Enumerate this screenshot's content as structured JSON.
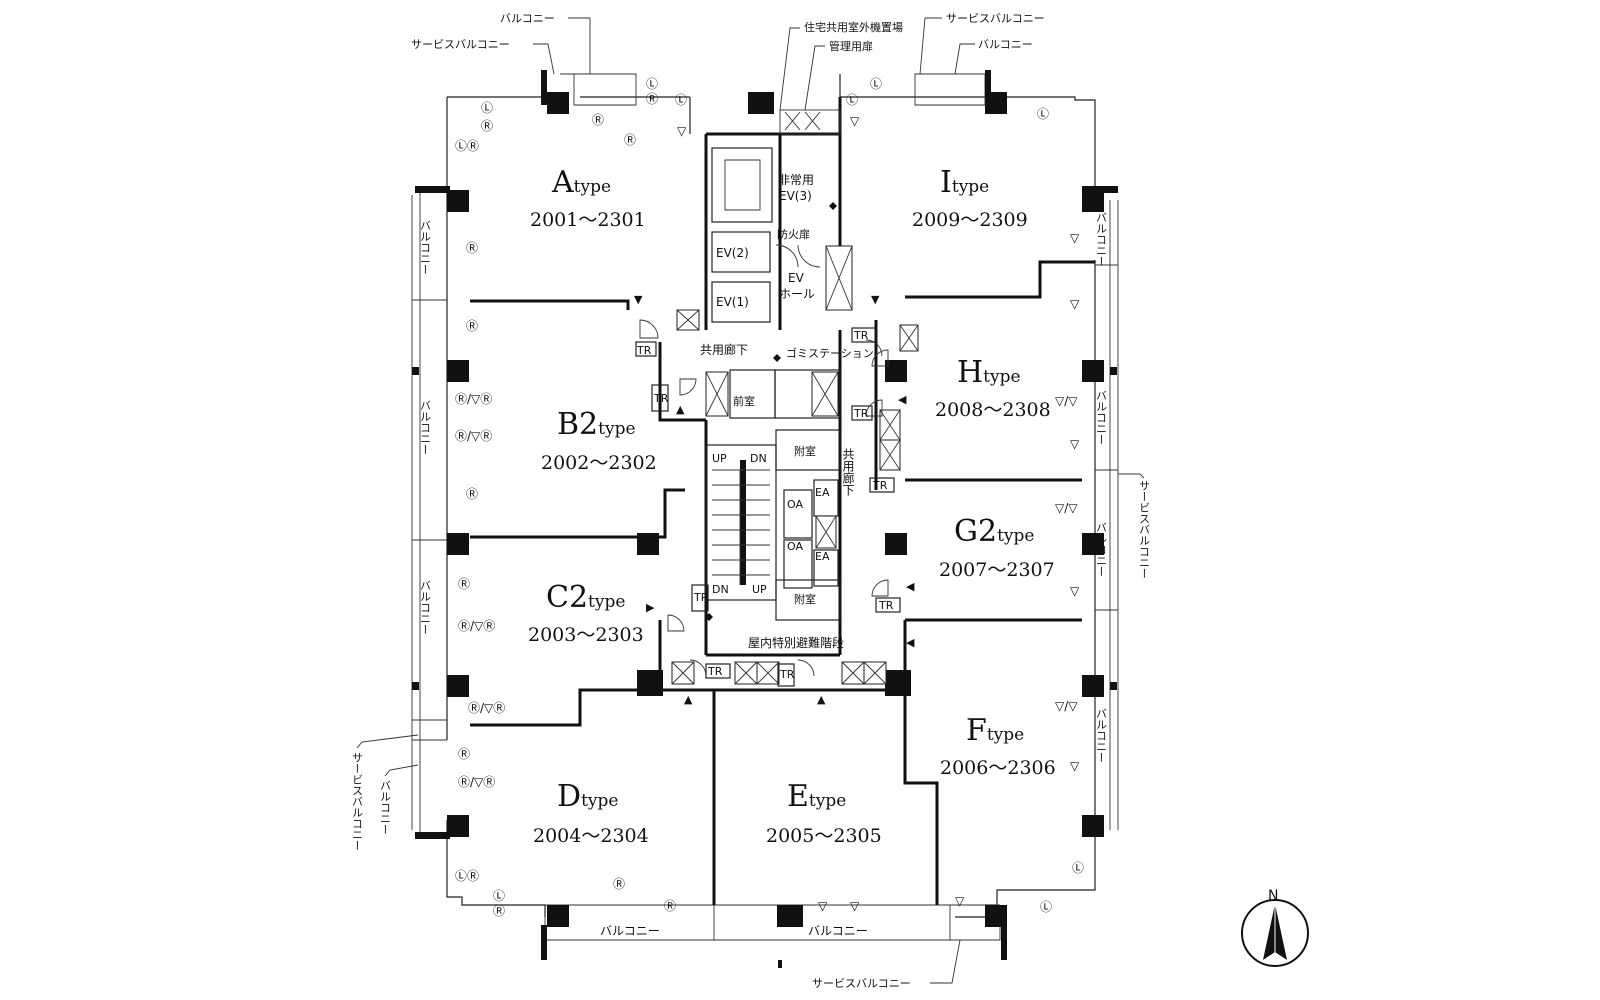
{
  "units": [
    {
      "id": "A",
      "letter": "A",
      "suffix": "type",
      "range": "2001～2301"
    },
    {
      "id": "B2",
      "letter": "B2",
      "suffix": "type",
      "range": "2002～2302"
    },
    {
      "id": "C2",
      "letter": "C2",
      "suffix": "type",
      "range": "2003～2303"
    },
    {
      "id": "D",
      "letter": "D",
      "suffix": "type",
      "range": "2004～2304"
    },
    {
      "id": "E",
      "letter": "E",
      "suffix": "type",
      "range": "2005～2305"
    },
    {
      "id": "F",
      "letter": "F",
      "suffix": "type",
      "range": "2006～2306"
    },
    {
      "id": "G2",
      "letter": "G2",
      "suffix": "type",
      "range": "2007～2307"
    },
    {
      "id": "H",
      "letter": "H",
      "suffix": "type",
      "range": "2008～2308"
    },
    {
      "id": "I",
      "letter": "I",
      "suffix": "type",
      "range": "2009～2309"
    }
  ],
  "core": {
    "ev1": "EV(1)",
    "ev2": "EV(2)",
    "ev3_line1": "非常用",
    "ev3_line2": "EV(3)",
    "fire_door": "防火扉",
    "ev_hall_line1": "EV",
    "ev_hall_line2": "ホール",
    "common_corridor": "共用廊下",
    "common_corridor_v": "共用廊下",
    "garbage_station": "ゴミステーション",
    "vestibule": "前室",
    "stair_room_top": "附室",
    "stair_room_bottom": "附室",
    "oa": "OA",
    "ea": "EA",
    "up": "UP",
    "dn": "DN",
    "indoor_stair": "屋内特別避難階段",
    "tr": "TR"
  },
  "callouts": {
    "balcony": "バルコニー",
    "service_balcony": "サービスバルコニー",
    "outdoor_machine": "住宅共用室外機置場",
    "mgmt_door": "管理用扉"
  },
  "compass": {
    "north": "N"
  },
  "markers": {
    "L": "Ⓛ",
    "R": "Ⓡ",
    "LR": "ⓁⓇ",
    "R_split": "Ⓡ/▽Ⓡ",
    "tri": "▽",
    "tri_split": "▽/▽",
    "arrow_up": "▲",
    "arrow_down": "▼",
    "arrow_left": "◀",
    "arrow_right": "▶"
  }
}
